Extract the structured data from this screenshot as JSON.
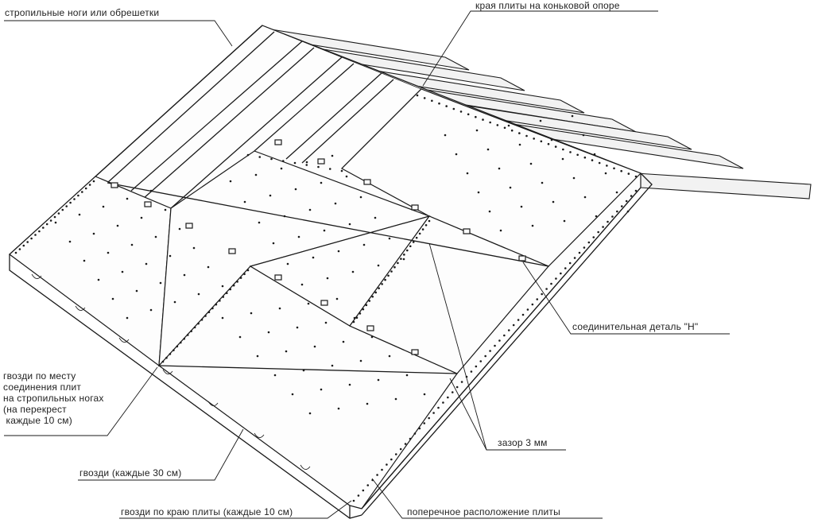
{
  "labels": {
    "rafters": "стропильные ноги или обрешетки",
    "ridge_edges": "края плиты на коньковой опоре",
    "h_clip": "соединительная деталь \"Н\"",
    "joint_nails": "гвозди по месту\nсоединения плит\nна стропильных ногах\n(на перекрест\n каждые 10 см)",
    "gap": "зазор 3 мм",
    "field_nails": "гвозди  (каждые 30 см)",
    "edge_nails": "гвозди по краю плиты (каждые 10 см)",
    "transverse": "поперечное расположение плиты"
  }
}
